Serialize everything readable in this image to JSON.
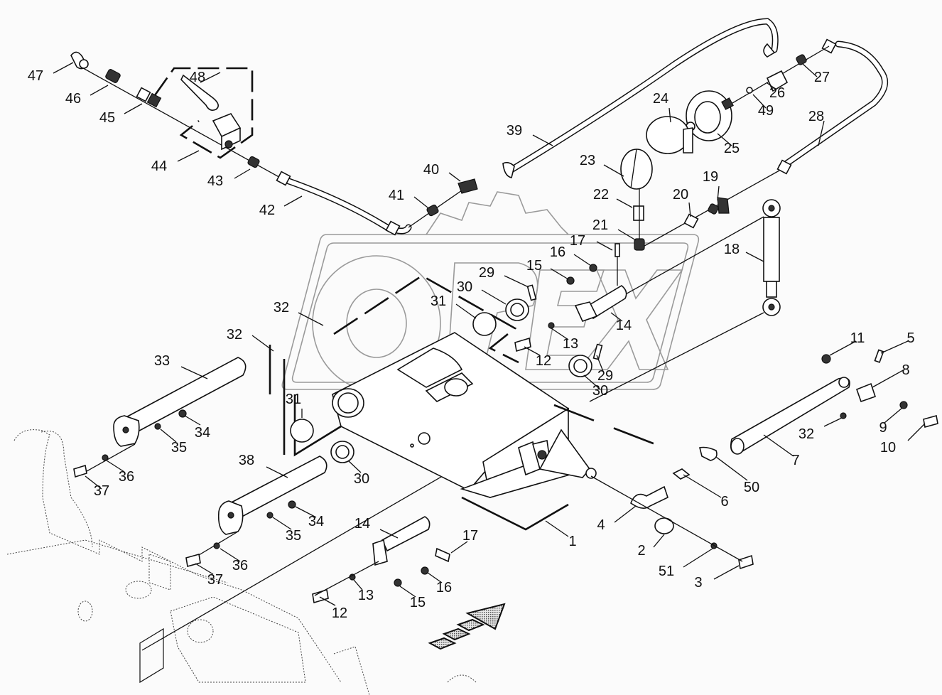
{
  "diagram": {
    "title": "Exploded parts diagram – rear hitch / lift arm assembly",
    "watermark": "OPEX",
    "direction_arrow": "travel-direction-arrow"
  },
  "callouts": [
    {
      "id": "47",
      "label": "47"
    },
    {
      "id": "46",
      "label": "46"
    },
    {
      "id": "45",
      "label": "45"
    },
    {
      "id": "48",
      "label": "48"
    },
    {
      "id": "44",
      "label": "44"
    },
    {
      "id": "43",
      "label": "43"
    },
    {
      "id": "42",
      "label": "42"
    },
    {
      "id": "41",
      "label": "41"
    },
    {
      "id": "40",
      "label": "40"
    },
    {
      "id": "39",
      "label": "39"
    },
    {
      "id": "24",
      "label": "24"
    },
    {
      "id": "25",
      "label": "25"
    },
    {
      "id": "26",
      "label": "26"
    },
    {
      "id": "27",
      "label": "27"
    },
    {
      "id": "49",
      "label": "49"
    },
    {
      "id": "28",
      "label": "28"
    },
    {
      "id": "23",
      "label": "23"
    },
    {
      "id": "22",
      "label": "22"
    },
    {
      "id": "21",
      "label": "21"
    },
    {
      "id": "20",
      "label": "20"
    },
    {
      "id": "19",
      "label": "19"
    },
    {
      "id": "18",
      "label": "18"
    },
    {
      "id": "17a",
      "label": "17"
    },
    {
      "id": "16a",
      "label": "16"
    },
    {
      "id": "15a",
      "label": "15"
    },
    {
      "id": "29a",
      "label": "29"
    },
    {
      "id": "30a",
      "label": "30"
    },
    {
      "id": "31a",
      "label": "31"
    },
    {
      "id": "14a",
      "label": "14"
    },
    {
      "id": "13a",
      "label": "13"
    },
    {
      "id": "12a",
      "label": "12"
    },
    {
      "id": "29b",
      "label": "29"
    },
    {
      "id": "30b",
      "label": "30"
    },
    {
      "id": "32a",
      "label": "32"
    },
    {
      "id": "32b",
      "label": "32"
    },
    {
      "id": "33",
      "label": "33"
    },
    {
      "id": "34a",
      "label": "34"
    },
    {
      "id": "35a",
      "label": "35"
    },
    {
      "id": "36a",
      "label": "36"
    },
    {
      "id": "37a",
      "label": "37"
    },
    {
      "id": "31b",
      "label": "31"
    },
    {
      "id": "38",
      "label": "38"
    },
    {
      "id": "30c",
      "label": "30"
    },
    {
      "id": "34b",
      "label": "34"
    },
    {
      "id": "35b",
      "label": "35"
    },
    {
      "id": "36b",
      "label": "36"
    },
    {
      "id": "37b",
      "label": "37"
    },
    {
      "id": "14b",
      "label": "14"
    },
    {
      "id": "17b",
      "label": "17"
    },
    {
      "id": "13b",
      "label": "13"
    },
    {
      "id": "16b",
      "label": "16"
    },
    {
      "id": "15b",
      "label": "15"
    },
    {
      "id": "12b",
      "label": "12"
    },
    {
      "id": "1",
      "label": "1"
    },
    {
      "id": "4",
      "label": "4"
    },
    {
      "id": "2",
      "label": "2"
    },
    {
      "id": "51",
      "label": "51"
    },
    {
      "id": "3",
      "label": "3"
    },
    {
      "id": "6",
      "label": "6"
    },
    {
      "id": "50",
      "label": "50"
    },
    {
      "id": "7",
      "label": "7"
    },
    {
      "id": "32c",
      "label": "32"
    },
    {
      "id": "11",
      "label": "11"
    },
    {
      "id": "5",
      "label": "5"
    },
    {
      "id": "8",
      "label": "8"
    },
    {
      "id": "9",
      "label": "9"
    },
    {
      "id": "10",
      "label": "10"
    }
  ]
}
